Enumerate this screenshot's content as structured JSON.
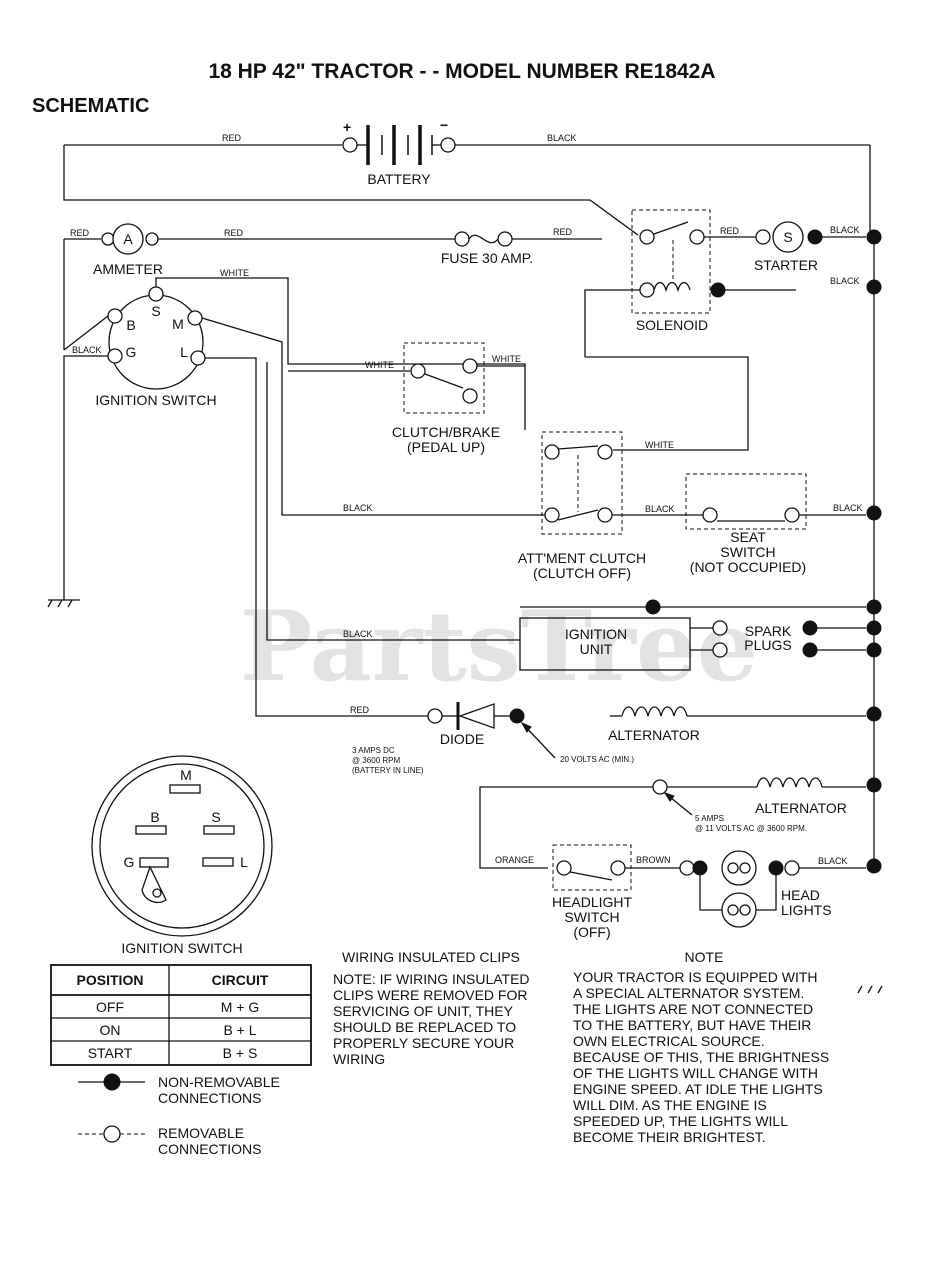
{
  "title": "18 HP 42\" TRACTOR - - MODEL NUMBER RE1842A",
  "subtitle": "SCHEMATIC",
  "watermark": "PartsTree",
  "components": {
    "battery": "BATTERY",
    "battery_plus": "+",
    "battery_minus": "−",
    "ammeter": "AMMETER",
    "ammeter_symbol": "A",
    "fuse": "FUSE 30 AMP.",
    "starter": "STARTER",
    "starter_symbol": "S",
    "solenoid": "SOLENOID",
    "ignition_switch": "IGNITION SWITCH",
    "clutch_brake_1": "CLUTCH/BRAKE",
    "clutch_brake_2": "(PEDAL UP)",
    "attment_clutch_1": "ATT'MENT CLUTCH",
    "attment_clutch_2": "(CLUTCH OFF)",
    "seat_switch_1": "SEAT",
    "seat_switch_2": "SWITCH",
    "seat_switch_3": "(NOT OCCUPIED)",
    "ignition_unit_1": "IGNITION",
    "ignition_unit_2": "UNIT",
    "spark_plugs_1": "SPARK",
    "spark_plugs_2": "PLUGS",
    "diode": "DIODE",
    "alternator_1": "ALTERNATOR",
    "alternator_2": "ALTERNATOR",
    "headlight_switch_1": "HEADLIGHT",
    "headlight_switch_2": "SWITCH",
    "headlight_switch_3": "(OFF)",
    "head_lights_1": "HEAD",
    "head_lights_2": "LIGHTS"
  },
  "terminals": {
    "B": "B",
    "S": "S",
    "M": "M",
    "G": "G",
    "L": "L"
  },
  "wire_labels": {
    "red": "RED",
    "black": "BLACK",
    "white": "WHITE",
    "orange": "ORANGE",
    "brown": "BROWN"
  },
  "annotations": {
    "diode_rating_1": "3 AMPS DC",
    "diode_rating_2": "@ 3600 RPM",
    "diode_rating_3": "(BATTERY IN LINE)",
    "alternator1_rating": "20 VOLTS AC (MIN.)",
    "alternator2_rating_1": "5 AMPS",
    "alternator2_rating_2": "@ 11 VOLTS AC @ 3600 RPM."
  },
  "ignition_detail_title": "IGNITION SWITCH",
  "ignition_table": {
    "headers": [
      "POSITION",
      "CIRCUIT"
    ],
    "rows": [
      [
        "OFF",
        "M + G"
      ],
      [
        "ON",
        "B + L"
      ],
      [
        "START",
        "B + S"
      ]
    ]
  },
  "legend": {
    "non_removable_1": "NON-REMOVABLE",
    "non_removable_2": "CONNECTIONS",
    "removable_1": "REMOVABLE",
    "removable_2": "CONNECTIONS"
  },
  "wiring_clips": {
    "title": "WIRING INSULATED CLIPS",
    "lines": [
      "NOTE: IF WIRING INSULATED",
      "CLIPS WERE REMOVED FOR",
      "SERVICING OF UNIT, THEY",
      "SHOULD BE REPLACED TO",
      "PROPERLY SECURE YOUR",
      "WIRING"
    ]
  },
  "note": {
    "title": "NOTE",
    "lines": [
      "YOUR TRACTOR IS EQUIPPED WITH",
      "A SPECIAL ALTERNATOR SYSTEM.",
      "THE LIGHTS ARE NOT CONNECTED",
      "TO THE BATTERY, BUT HAVE THEIR",
      "OWN ELECTRICAL SOURCE.",
      "BECAUSE OF THIS, THE BRIGHTNESS",
      "OF THE LIGHTS WILL CHANGE WITH",
      "ENGINE SPEED. AT IDLE THE LIGHTS",
      "WILL DIM. AS THE ENGINE IS",
      "SPEEDED UP, THE LIGHTS WILL",
      "BECOME THEIR BRIGHTEST."
    ]
  }
}
